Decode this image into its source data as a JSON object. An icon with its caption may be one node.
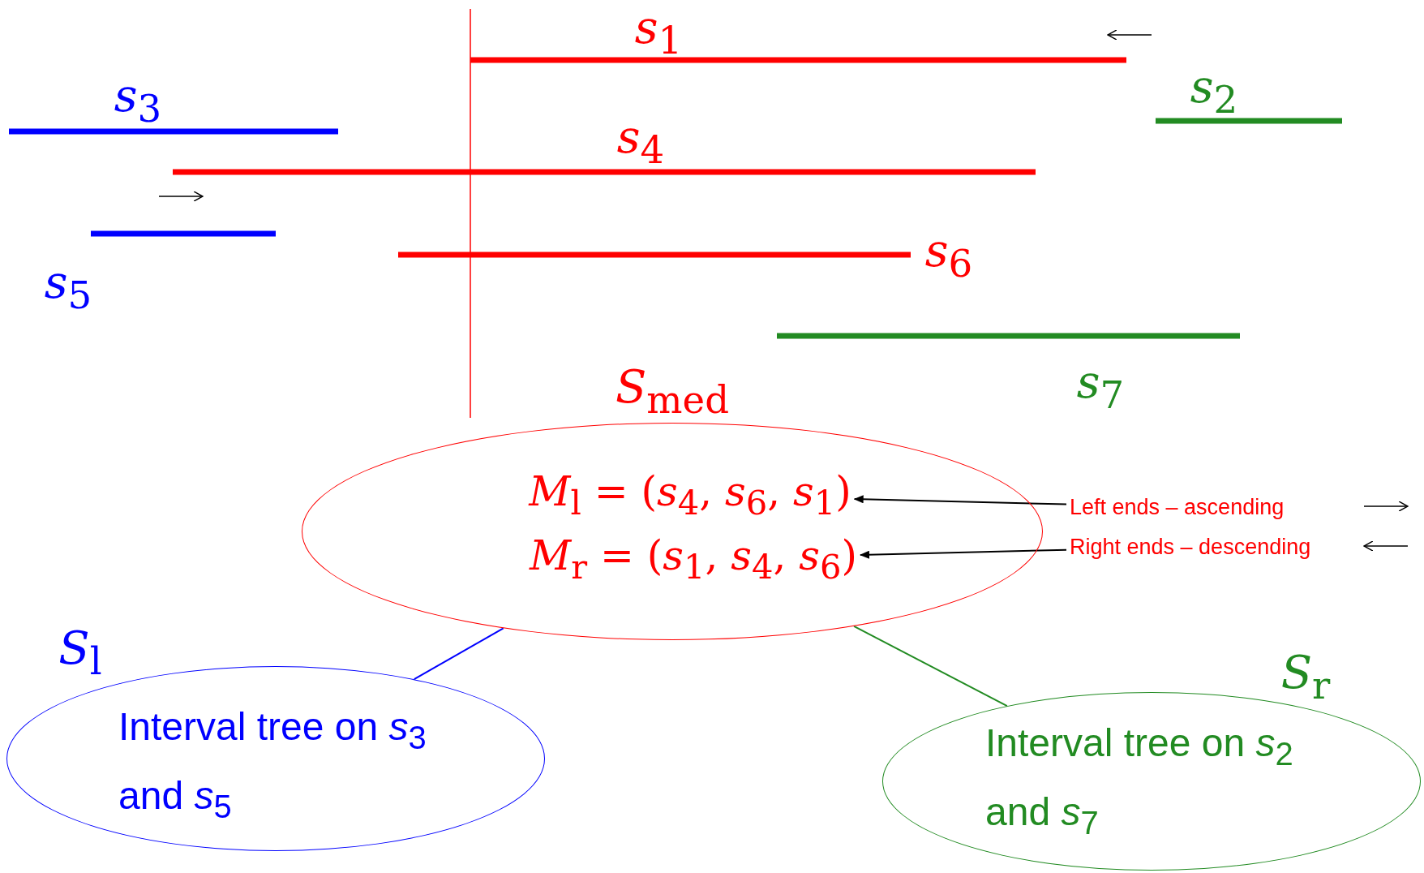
{
  "diagram": {
    "nodes": [
      {
        "text": [
          "*S*$_{med}$"
        ]
      },
      {
        "text": [
          "*M*$_{l}$ = (*s*$_{4}$, *s*$_{6}$, *s*$_{1}$)"
        ],
        "in": 0
      },
      {
        "text": [
          "*M*$_{r}$ = (*s*$_{1}$, *s*$_{4}$, *s*$_{6}$)"
        ],
        "in": 0
      },
      {
        "text": [
          "Left ends – ascending"
        ]
      },
      {
        "text": [
          "Right ends – descending"
        ]
      },
      {
        "text": [
          "*S*$_{l}$",
          "Interval tree on *s*$_{3}$ and *s*$_{5}$"
        ]
      },
      {
        "text": [
          "*S*$_{r}$",
          "Interval tree on *s*$_{2}$ and *s*$_{7}$"
        ]
      }
    ],
    "edges": [
      {
        "from": 3,
        "to": 1,
        "arrow": "to"
      },
      {
        "from": 4,
        "to": 2,
        "arrow": "to"
      },
      {
        "from": 0,
        "to": 5,
        "arrow": "none",
        "color": "#0000ff"
      },
      {
        "from": 0,
        "to": 6,
        "arrow": "none",
        "color": "#228b22"
      }
    ],
    "labels": [
      "*s*$_{1}$",
      "*s*$_{2}$",
      "*s*$_{3}$",
      "*s*$_{4}$",
      "*s*$_{6}$",
      "*s*$_{5}$",
      "*s*$_{7}$"
    ]
  }
}
